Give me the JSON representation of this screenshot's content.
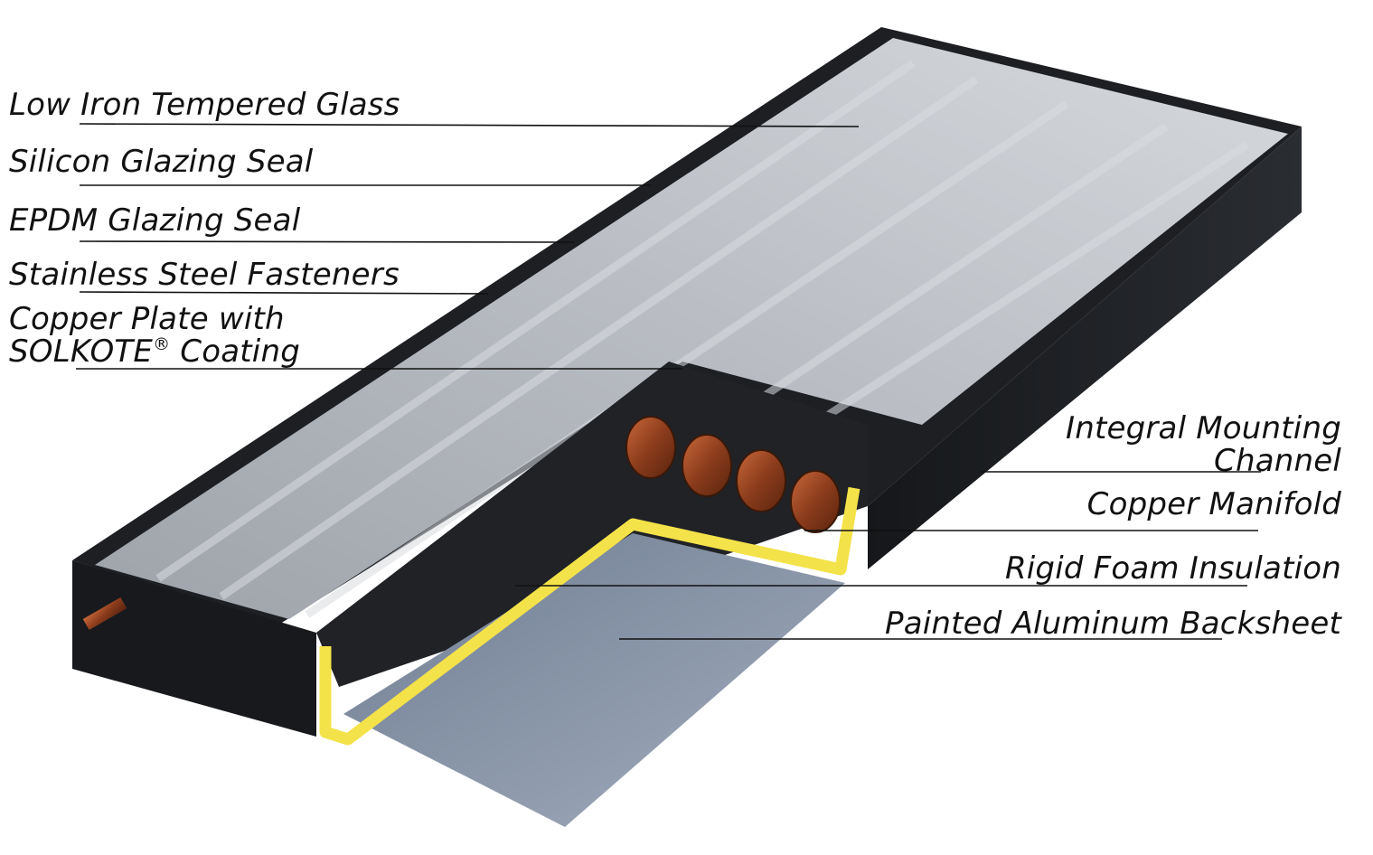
{
  "labels": {
    "low_iron_glass": "Low Iron Tempered Glass",
    "silicon_seal": "Silicon Glazing Seal",
    "epdm_seal": "EPDM Glazing Seal",
    "fasteners": "Stainless Steel Fasteners",
    "copper_plate_line1": "Copper Plate with",
    "copper_plate_line2a": "SOLKOTE",
    "copper_plate_reg": "®",
    "copper_plate_line2b": " Coating",
    "mounting_channel_line1": "Integral Mounting",
    "mounting_channel_line2": "Channel",
    "copper_manifold": "Copper Manifold",
    "rigid_foam": "Rigid Foam Insulation",
    "backsheet": "Painted Aluminum Backsheet"
  },
  "colors": {
    "frame": "#1c1e22",
    "glass": "#b8bcc2",
    "insulation": "#f4e24a",
    "copper": "#9a4a24",
    "backsheet": "#8a98ad",
    "leader_line": "#111111"
  }
}
